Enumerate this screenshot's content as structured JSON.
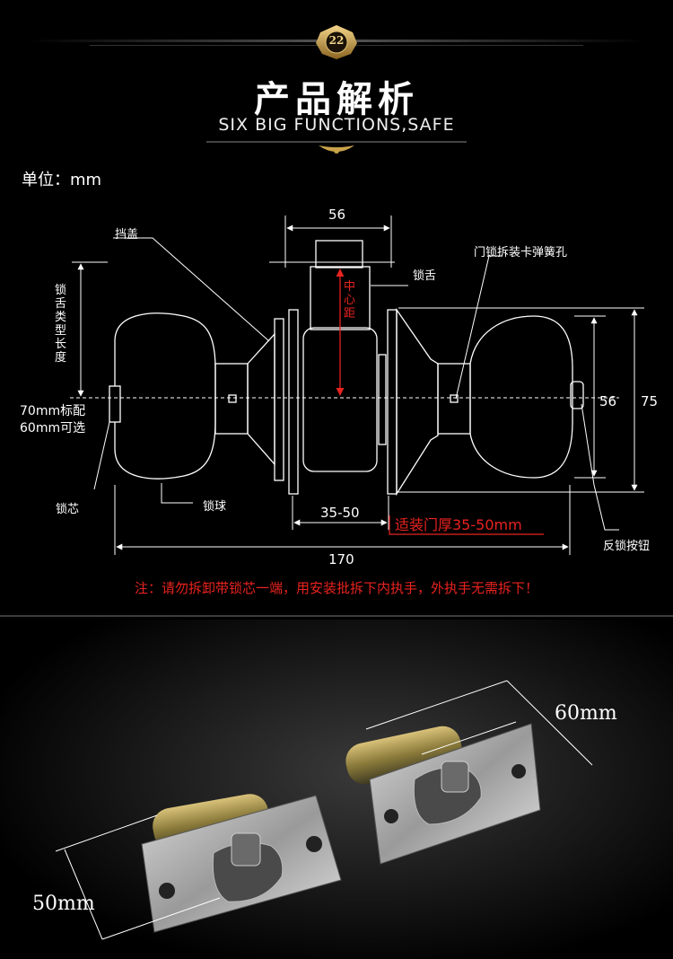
{
  "header": {
    "badge_number": "22",
    "title": "产品解析",
    "subtitle": "SIX BIG FUNCTIONS,SAFE"
  },
  "diagram": {
    "unit_label": "单位：mm",
    "labels": {
      "cover": "挡盖",
      "latch": "锁舌",
      "spring_hole": "门锁拆装卡弹簧孔",
      "latch_length": "锁舌类型长度",
      "latch_std_line1": "70mm标配",
      "latch_std_line2": "60mm可选",
      "core": "锁芯",
      "ball": "锁球",
      "lock_button": "反锁按钮",
      "center_distance": "中心距"
    },
    "dimensions": {
      "top_width": "56",
      "right_inner": "56",
      "right_outer": "75",
      "door_range": "35-50",
      "total_width": "170"
    },
    "door_thickness_note": "适装门厚35-50mm",
    "warning": "注：请勿拆卸带锁芯一端，用安装批拆下内执手，外执手无需拆下！"
  },
  "photo": {
    "dim_right": "60mm",
    "dim_left": "50mm"
  },
  "colors": {
    "background": "#000000",
    "accent_red": "#e8231f",
    "line": "#ffffff",
    "gold": "#c9a24a"
  }
}
